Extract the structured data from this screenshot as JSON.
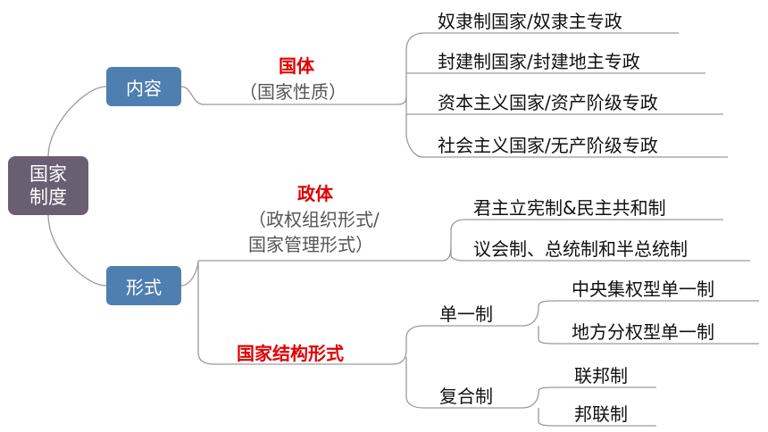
{
  "root": {
    "line1": "国家",
    "line2": "制度"
  },
  "branch_content": {
    "label": "内容",
    "title": "国体",
    "subtitle": "（国家性质）",
    "items": [
      "奴隶制国家/奴隶主专政",
      "封建制国家/封建地主专政",
      "资本主义国家/资产阶级专政",
      "社会主义国家/无产阶级专政"
    ]
  },
  "branch_form": {
    "label": "形式",
    "regime": {
      "title": "政体",
      "subtitle1": "（政权组织形式/",
      "subtitle2": "国家管理形式）",
      "items": [
        "君主立宪制&民主共和制",
        "议会制、总统制和半总统制"
      ]
    },
    "structure": {
      "title": "国家结构形式",
      "unitary": {
        "label": "单一制",
        "items": [
          "中央集权型单一制",
          "地方分权型单一制"
        ]
      },
      "compound": {
        "label": "复合制",
        "items": [
          "联邦制",
          "邦联制"
        ]
      }
    }
  },
  "colors": {
    "root": "#6a5f72",
    "branch": "#4f7fb0",
    "accent": "#e00000",
    "line": "#999999"
  }
}
